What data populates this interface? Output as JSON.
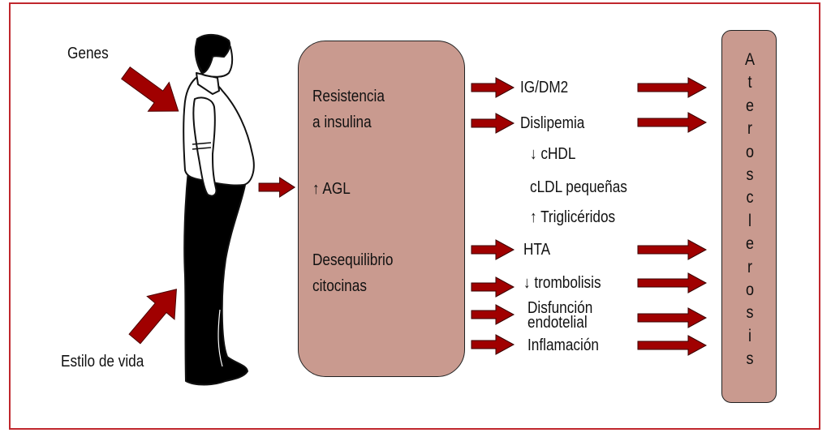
{
  "inputs": {
    "genes": "Genes",
    "lifestyle": "Estilo de vida"
  },
  "central_box": {
    "items": [
      {
        "line1": "Resistencia",
        "line2": "a insulina"
      },
      {
        "line1": "↑ AGL"
      },
      {
        "line1": "Desequilibrio",
        "line2": "citocinas"
      }
    ]
  },
  "outcomes": {
    "ig_dm2": "IG/DM2",
    "dislipemia": "Dislipemia",
    "dislipemia_sub": [
      "↓ cHDL",
      "cLDL pequeñas",
      "↑ Triglicéridos"
    ],
    "hta": "HTA",
    "trombolisis": "↓ trombolisis",
    "disfuncion_1": "Disfunción",
    "disfuncion_2": "endotelial",
    "inflamacion": "Inflamación"
  },
  "result": {
    "label": "Aterosclerosis"
  },
  "colors": {
    "arrow": "#a00000",
    "box_fill": "#c99a8f",
    "frame": "#c0272d"
  }
}
